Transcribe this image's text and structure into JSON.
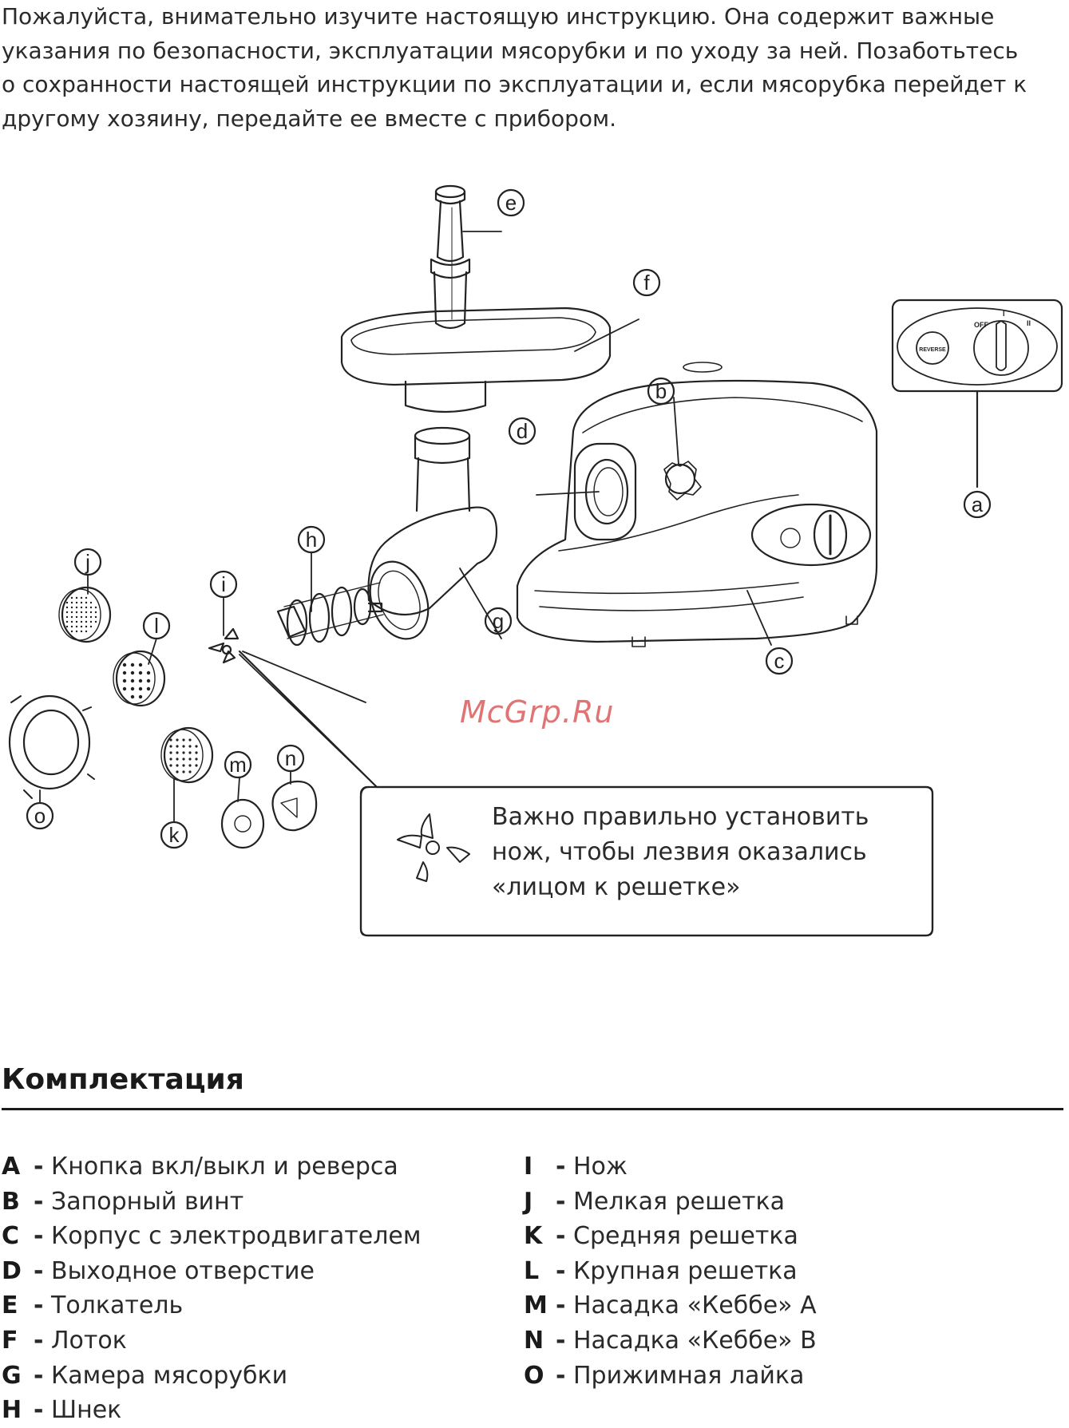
{
  "intro": {
    "lines": [
      "Пожалуйста, внимательно изучите настоящую инструкцию. Она содержит важные",
      "указания по безопасности, эксплуатации мясорубки и по уходу за ней. Позаботьтесь",
      "о сохранности настоящей инструкции по эксплуатации и, если мясорубка перейдет к",
      "другому хозяину, передайте ее вместе с прибором."
    ]
  },
  "diagram": {
    "callouts": [
      "a",
      "b",
      "c",
      "d",
      "e",
      "f",
      "g",
      "h",
      "i",
      "j",
      "k",
      "l",
      "m",
      "n",
      "o"
    ],
    "note_lines": [
      "Важно правильно установить",
      "нож, чтобы лезвия оказались",
      "«лицом к решетке»"
    ],
    "panel_labels": {
      "reverse": "REVERSE",
      "off": "OFF",
      "one": "I",
      "two": "II"
    },
    "watermark": "McGrp.Ru"
  },
  "section": {
    "title": "Комплектация"
  },
  "components_left": [
    {
      "letter": "A",
      "dash": "-",
      "desc": "Кнопка вкл/выкл и реверса"
    },
    {
      "letter": "B",
      "dash": "-",
      "desc": "Запорный винт"
    },
    {
      "letter": "C",
      "dash": "-",
      "desc": "Корпус с электродвигателем"
    },
    {
      "letter": "D",
      "dash": "-",
      "desc": "Выходное отверстие"
    },
    {
      "letter": "E",
      "dash": "-",
      "desc": "Толкатель"
    },
    {
      "letter": "F",
      "dash": "-",
      "desc": "Лоток"
    },
    {
      "letter": "G",
      "dash": "-",
      "desc": "Камера мясорубки"
    },
    {
      "letter": "H",
      "dash": "-",
      "desc": "Шнек"
    }
  ],
  "components_right": [
    {
      "letter": "I",
      "dash": "-",
      "desc": "Нож"
    },
    {
      "letter": "J",
      "dash": "-",
      "desc": "Мелкая решетка"
    },
    {
      "letter": "K",
      "dash": "-",
      "desc": "Средняя решетка"
    },
    {
      "letter": "L",
      "dash": "-",
      "desc": "Крупная решетка"
    },
    {
      "letter": "M",
      "dash": "-",
      "desc": "Насадка «Кеббе» А"
    },
    {
      "letter": "N",
      "dash": "-",
      "desc": "Насадка «Кеббе» В"
    },
    {
      "letter": "O",
      "dash": "-",
      "desc": "Прижимная лайка"
    }
  ]
}
